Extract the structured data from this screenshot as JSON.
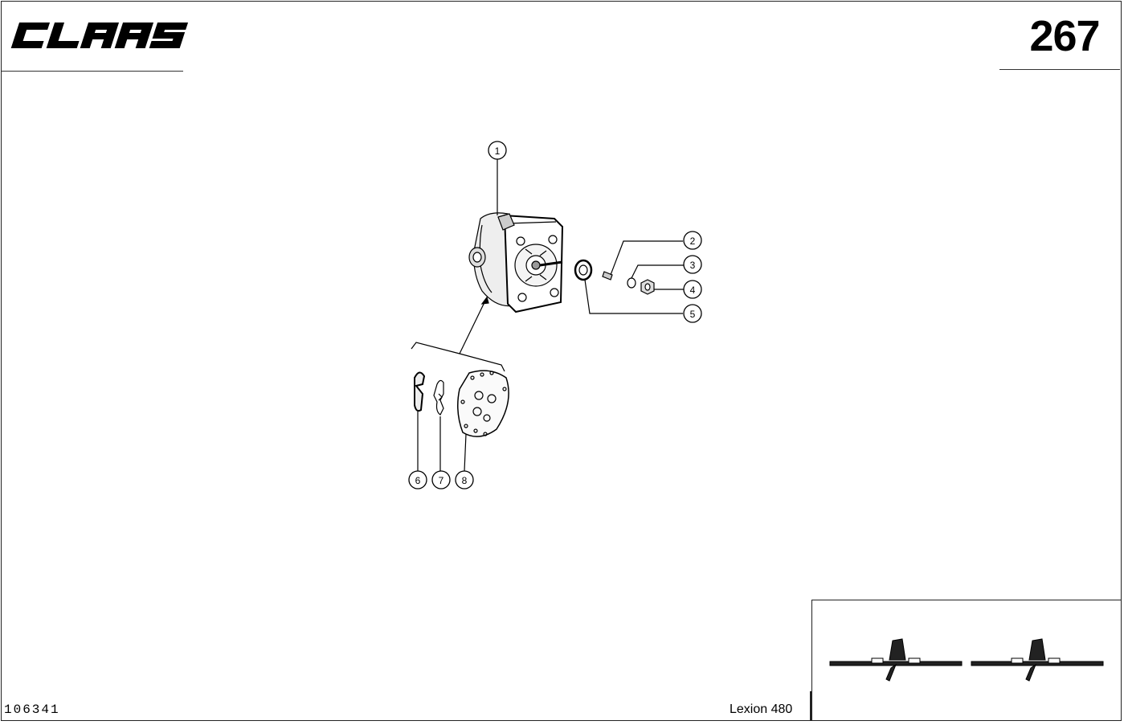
{
  "header": {
    "brand": "CLAAS",
    "page_number": "267"
  },
  "footer": {
    "document_id": "106341",
    "model": "Lexion 480"
  },
  "callouts": [
    {
      "label": "1"
    },
    {
      "label": "2"
    },
    {
      "label": "3"
    },
    {
      "label": "4"
    },
    {
      "label": "5"
    },
    {
      "label": "6"
    },
    {
      "label": "7"
    },
    {
      "label": "8"
    }
  ]
}
